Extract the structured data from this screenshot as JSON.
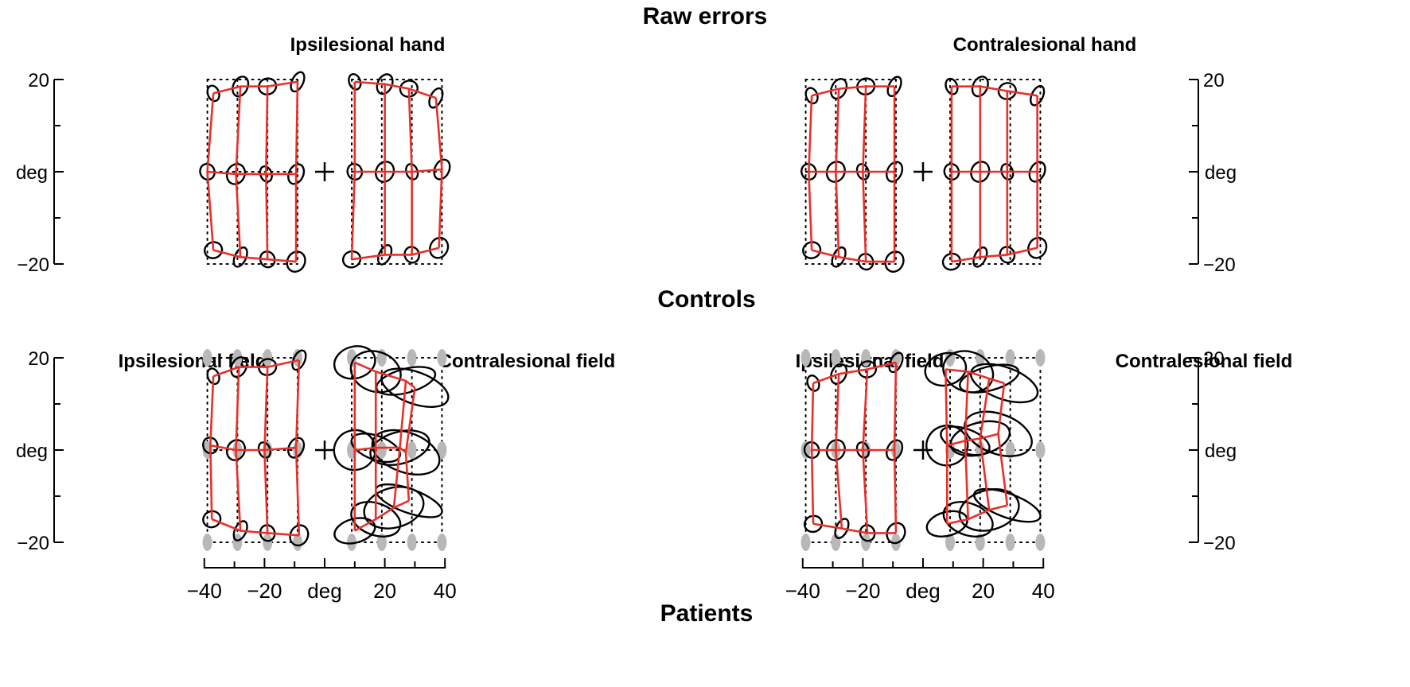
{
  "chart_data": {
    "type": "scatter",
    "title": "Raw errors",
    "description_rows": [
      "Controls",
      "Patients"
    ],
    "hand_labels": [
      "Ipsilesional hand",
      "Contralesional  hand"
    ],
    "field_labels": [
      "Ipsilesional field",
      "Contralesional field"
    ],
    "axis_unit_label": "deg",
    "x_ticks": [
      -40,
      -20,
      20,
      40
    ],
    "x_range": [
      -40,
      40
    ],
    "y_ticks": [
      20,
      -20
    ],
    "y_range": [
      -20,
      20
    ],
    "grid": false,
    "colors": {
      "measured_grid": "#e8302a",
      "ellipse": "#000000",
      "patient_shade": "#b8b8b8",
      "target_grid": "#000000"
    },
    "target_layout": {
      "left_field_x": [
        -39,
        -29,
        -19,
        -9
      ],
      "right_field_x": [
        9,
        19,
        29,
        39
      ],
      "y": [
        20,
        0,
        -20
      ]
    },
    "panels": [
      {
        "name": "controls-ipsilesional-hand",
        "row": "Controls",
        "hand": "Ipsilesional hand",
        "fields": [
          {
            "side": "left",
            "points": [
              [
                -37,
                17
              ],
              [
                -28,
                18.5
              ],
              [
                -19,
                18.5
              ],
              [
                -9,
                19.5
              ],
              [
                -39,
                0
              ],
              [
                -29.5,
                -0.5
              ],
              [
                -19.5,
                -0.5
              ],
              [
                -9.5,
                -0.5
              ],
              [
                -37,
                -17
              ],
              [
                -28,
                -18.5
              ],
              [
                -19,
                -19
              ],
              [
                -9.5,
                -19.5
              ]
            ]
          },
          {
            "side": "right",
            "points": [
              [
                10,
                19.5
              ],
              [
                20,
                19
              ],
              [
                28,
                18
              ],
              [
                37,
                16
              ],
              [
                10,
                0
              ],
              [
                20,
                0
              ],
              [
                29,
                0
              ],
              [
                39,
                0.5
              ],
              [
                9,
                -19
              ],
              [
                20,
                -18
              ],
              [
                29,
                -18
              ],
              [
                38,
                -16.5
              ]
            ]
          }
        ]
      },
      {
        "name": "controls-contralesional-hand",
        "row": "Controls",
        "hand": "Contralesional  hand",
        "fields": [
          {
            "side": "left",
            "points": [
              [
                -37,
                16.5
              ],
              [
                -28,
                18
              ],
              [
                -19,
                18.5
              ],
              [
                -9.5,
                18.5
              ],
              [
                -38,
                0
              ],
              [
                -29,
                0
              ],
              [
                -20,
                0
              ],
              [
                -9.5,
                0
              ],
              [
                -37,
                -17
              ],
              [
                -28,
                -18.5
              ],
              [
                -19,
                -19.5
              ],
              [
                -9.5,
                -19.5
              ]
            ]
          },
          {
            "side": "right",
            "points": [
              [
                9.5,
                18.5
              ],
              [
                19,
                18.5
              ],
              [
                28,
                17.5
              ],
              [
                38,
                16.5
              ],
              [
                9.5,
                0
              ],
              [
                19,
                0
              ],
              [
                28,
                0
              ],
              [
                38,
                0
              ],
              [
                9.5,
                -19.5
              ],
              [
                19,
                -18.5
              ],
              [
                28,
                -18
              ],
              [
                38,
                -16.5
              ]
            ]
          }
        ]
      },
      {
        "name": "patients-ipsilesional-hand",
        "row": "Patients",
        "hand": "Ipsilesional hand",
        "fields": [
          {
            "side": "left",
            "points": [
              [
                -37,
                16
              ],
              [
                -28.5,
                18
              ],
              [
                -19,
                18
              ],
              [
                -8.5,
                19.5
              ],
              [
                -38,
                1
              ],
              [
                -29.5,
                0
              ],
              [
                -20,
                0
              ],
              [
                -9.5,
                0.5
              ],
              [
                -37.5,
                -15
              ],
              [
                -28,
                -17.5
              ],
              [
                -19,
                -18
              ],
              [
                -8.5,
                -18.5
              ]
            ]
          },
          {
            "side": "right",
            "points": [
              [
                10,
                19
              ],
              [
                17,
                17
              ],
              [
                27,
                15
              ],
              [
                30,
                13.5
              ],
              [
                10,
                0
              ],
              [
                17,
                0.5
              ],
              [
                25,
                0.5
              ],
              [
                27,
                -0.5
              ],
              [
                10,
                -17.5
              ],
              [
                17,
                -15
              ],
              [
                23,
                -12.5
              ],
              [
                28,
                -11
              ]
            ]
          }
        ]
      },
      {
        "name": "patients-contralesional-hand",
        "row": "Patients",
        "hand": "Contralesional  hand",
        "fields": [
          {
            "side": "left",
            "points": [
              [
                -36.5,
                14.5
              ],
              [
                -28,
                16.5
              ],
              [
                -18.5,
                17.5
              ],
              [
                -9,
                19
              ],
              [
                -37,
                0
              ],
              [
                -29,
                0
              ],
              [
                -20,
                0
              ],
              [
                -9.5,
                0
              ],
              [
                -36.5,
                -16
              ],
              [
                -27,
                -17
              ],
              [
                -18.5,
                -18
              ],
              [
                -9,
                -18
              ]
            ]
          },
          {
            "side": "right",
            "points": [
              [
                7.5,
                17.5
              ],
              [
                15,
                17
              ],
              [
                22,
                15.5
              ],
              [
                27,
                14.5
              ],
              [
                8,
                1
              ],
              [
                14,
                2
              ],
              [
                19,
                2.5
              ],
              [
                25,
                3.5
              ],
              [
                8,
                -16
              ],
              [
                15,
                -15
              ],
              [
                22,
                -13
              ],
              [
                28,
                -12
              ]
            ]
          }
        ]
      }
    ]
  }
}
